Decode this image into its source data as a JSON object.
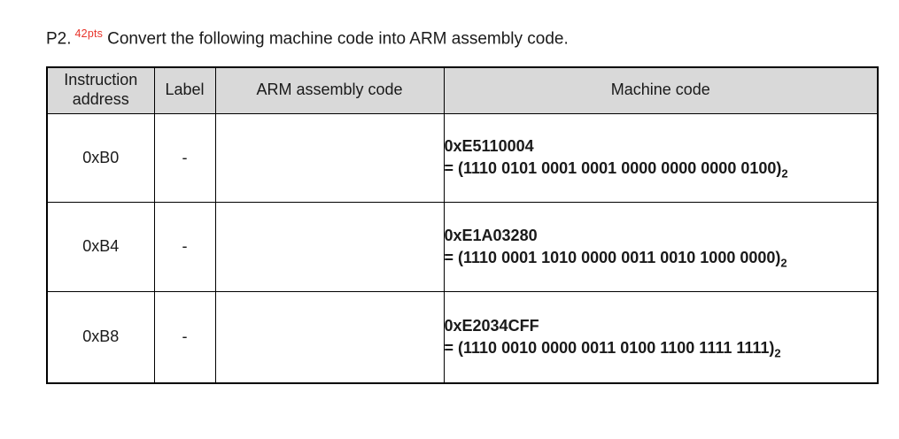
{
  "page": {
    "title_prefix": "P2.",
    "title_points": "42pts",
    "title_text": "Convert the following machine code into ARM assembly code."
  },
  "colors": {
    "header_bg": "#d9d9d9",
    "points_red": "#e8342b",
    "border": "#000000",
    "text": "#1a1a1a"
  },
  "table": {
    "headers": {
      "address": "Instruction address",
      "label": "Label",
      "assembly": "ARM assembly code",
      "machine": "Machine code"
    },
    "rows": [
      {
        "address": "0xB0",
        "label": "-",
        "assembly": "",
        "machine_hex": "0xE5110004",
        "machine_binary": "= (1110 0101 0001 0001 0000 0000 0000 0100)",
        "machine_subscript": "2"
      },
      {
        "address": "0xB4",
        "label": "-",
        "assembly": "",
        "machine_hex": "0xE1A03280",
        "machine_binary": "= (1110 0001 1010 0000 0011 0010 1000 0000)",
        "machine_subscript": "2"
      },
      {
        "address": "0xB8",
        "label": "-",
        "assembly": "",
        "machine_hex": "0xE2034CFF",
        "machine_binary": "= (1110 0010 0000 0011 0100 1100 1111 1111)",
        "machine_subscript": "2"
      }
    ]
  }
}
